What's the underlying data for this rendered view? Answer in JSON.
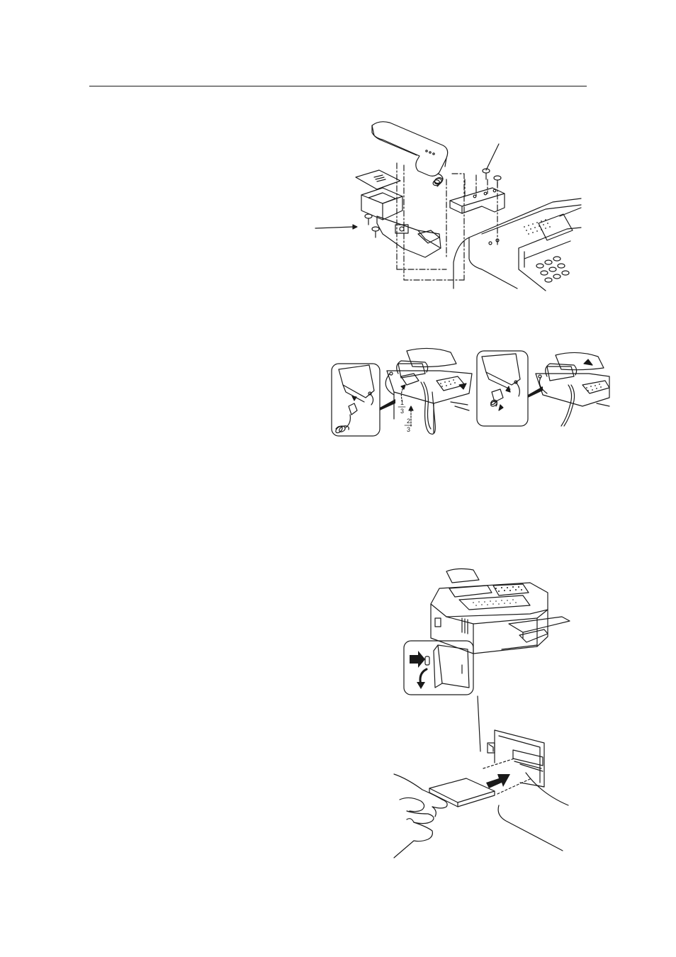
{
  "page": {
    "header_rule": true
  },
  "figures": {
    "handset_assembly": {
      "description_icon": "handset-cradle-exploded-view"
    },
    "cord_routing": {
      "fraction_one_third": "1/3",
      "fraction_two_thirds": "2/3",
      "frac_one_num": "1",
      "frac_one_den": "3",
      "frac_two_num": "2",
      "frac_two_den": "3"
    },
    "card_insertion": {
      "description_icon": "memory-card-insertion"
    }
  },
  "colors": {
    "ink": "#1a1a1a",
    "paper": "#ffffff"
  }
}
